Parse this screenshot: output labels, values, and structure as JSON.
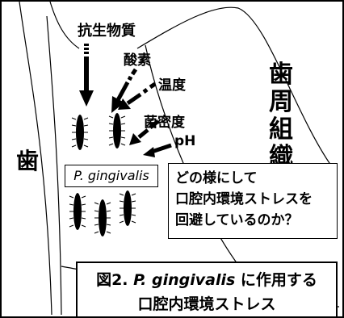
{
  "labels": {
    "antibiotics": "抗生物質",
    "oxygen": "酸素",
    "temperature": "温度",
    "bacterial_density": "菌密度",
    "ph": "pH",
    "tooth": "歯",
    "periodontal_tissue": "歯周組織"
  },
  "organism": "P. gingivalis",
  "question": {
    "line1": "どの様にして",
    "line2": "口腔内環境ストレスを",
    "line3": "回避しているのか？"
  },
  "caption": {
    "prefix": "図2.",
    "organism": "P. gingivalis",
    "suffix": "に作用する",
    "line2": "口腔内環境ストレス"
  }
}
